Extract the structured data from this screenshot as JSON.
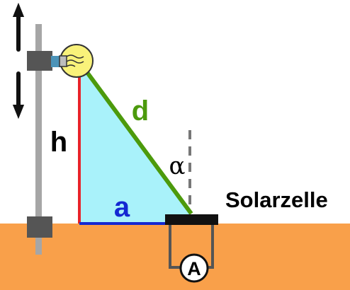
{
  "labels": {
    "height": "h",
    "distance": "d",
    "base": "a",
    "angle": "α",
    "solar_cell": "Solarzelle",
    "ammeter": "A"
  },
  "colors": {
    "ground": "#F9A04A",
    "triangle_fill": "#A9F2FA",
    "height_line": "#E8232A",
    "hypotenuse": "#4C9A0C",
    "base_line": "#1428D2",
    "stand_pole": "#A6A6A6",
    "clamp": "#555555",
    "bulb": "#F9F27A",
    "solar_cell": "#111111",
    "dashed_normal": "#777777",
    "text": "#000000"
  },
  "icons": [
    "up-arrow-icon",
    "down-arrow-icon",
    "light-bulb-icon"
  ]
}
